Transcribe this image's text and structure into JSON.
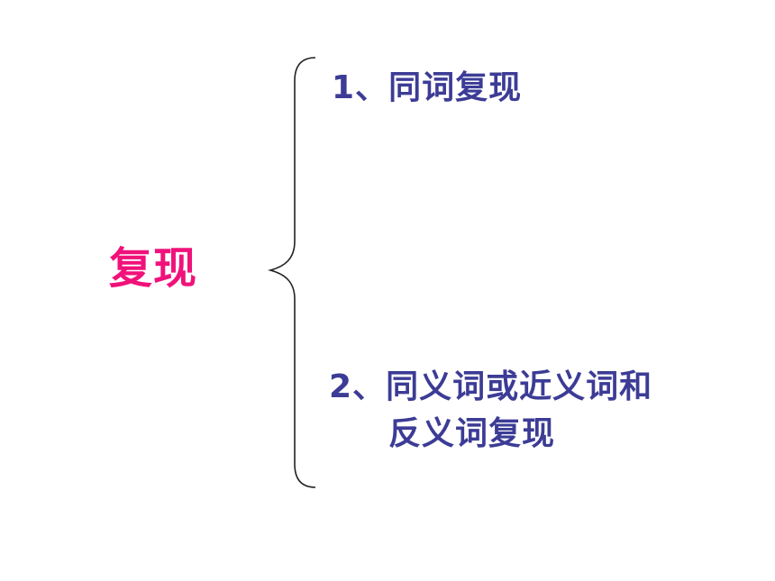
{
  "diagram": {
    "root_label": "复现",
    "items": [
      {
        "number": "1、",
        "text": "同词复现"
      },
      {
        "number": "2、",
        "text_line1": "同义词或近义词和",
        "text_line2": "反义词复现"
      }
    ]
  },
  "colors": {
    "root": "#f0127a",
    "items": "#3c3c96",
    "brace": "#222222",
    "background": "#ffffff"
  }
}
